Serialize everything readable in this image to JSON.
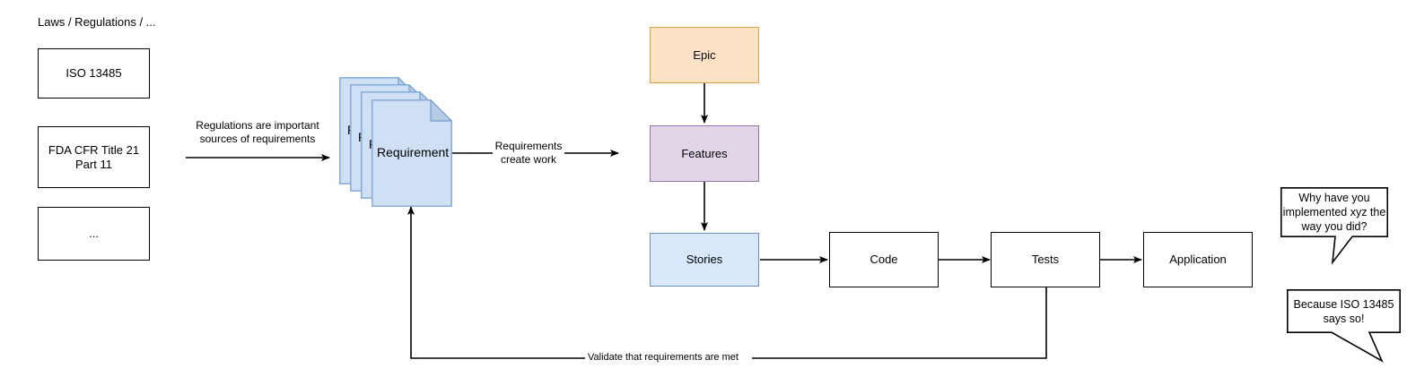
{
  "diagram": {
    "title_label": "Laws / Regulations / ...",
    "colors": {
      "epic_fill": "#fce2c5",
      "epic_stroke": "#d6a243",
      "features_fill": "#e1d5e7",
      "features_stroke": "#9673a6",
      "stories_fill": "#dae8fc",
      "stories_stroke": "#6c8ebf",
      "doc_fill": "#cfe0f5",
      "doc_stroke": "#7ea6d4",
      "doc_fold_fill": "#b6cbe4",
      "plain_stroke": "#000000",
      "line": "#000000",
      "background": "#ffffff"
    },
    "regulations": [
      {
        "label": "ISO 13485"
      },
      {
        "label": "FDA CFR Title 21\nPart 11"
      },
      {
        "label": "..."
      }
    ],
    "requirement_stack": {
      "front_label": "Requirement",
      "back_labels": [
        "R",
        "R",
        "R"
      ]
    },
    "work_items": [
      {
        "label": "Epic"
      },
      {
        "label": "Features"
      },
      {
        "label": "Stories"
      }
    ],
    "pipeline": [
      {
        "label": "Code"
      },
      {
        "label": "Tests"
      },
      {
        "label": "Application"
      }
    ],
    "edge_labels": {
      "regulations_to_requirements": "Regulations are important\nsources of requirements",
      "requirements_create_work": "Requirements\ncreate work",
      "validate_loop": "Validate that requirements are met"
    },
    "bubbles": [
      {
        "label": "Why have you\nimplemented xyz the\nway you did?"
      },
      {
        "label": "Because ISO 13485\nsays so!"
      }
    ]
  }
}
